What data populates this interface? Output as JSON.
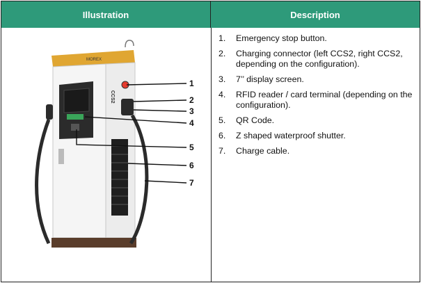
{
  "table": {
    "header_illustration": "Illustration",
    "header_description": "Description"
  },
  "items": [
    {
      "num": "1.",
      "text": "Emergency stop button."
    },
    {
      "num": "2.",
      "text": "Charging connector (left CCS2, right CCS2, depending on the configuration)."
    },
    {
      "num": "3.",
      "text": "7’’ display screen."
    },
    {
      "num": "4.",
      "text": "RFID reader / card terminal (depending on the configuration)."
    },
    {
      "num": "5.",
      "text": "QR Code."
    },
    {
      "num": "6.",
      "text": "Z shaped waterproof shutter."
    },
    {
      "num": "7.",
      "text": "Charge cable."
    }
  ],
  "callouts": [
    "1",
    "2",
    "3",
    "4",
    "5",
    "6",
    "7"
  ],
  "device": {
    "brand": "MOREX",
    "connector_label": "CCS2",
    "colors": {
      "top": "#e0a632",
      "body": "#f7f7f7",
      "dark": "#2b2b2b",
      "base": "#5a3d2b"
    }
  }
}
